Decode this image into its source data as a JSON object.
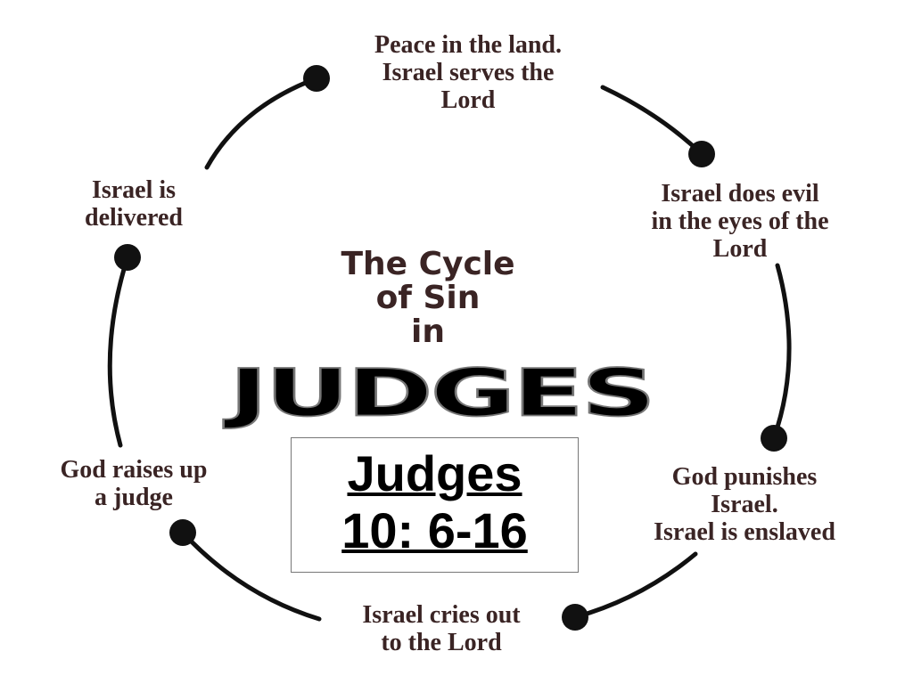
{
  "title": "The Cycle\nof Sin\nin",
  "logo_text": "JUDGES",
  "reference": {
    "line1": "Judges",
    "line2": "10: 6-16"
  },
  "stages": [
    "Peace in the land.\nIsrael serves the\nLord",
    "Israel does evil\nin the eyes of the\nLord",
    "God punishes\nIsrael.\nIsrael is enslaved",
    "Israel cries out\nto the Lord",
    "God raises up\na judge",
    "Israel is\ndelivered"
  ]
}
